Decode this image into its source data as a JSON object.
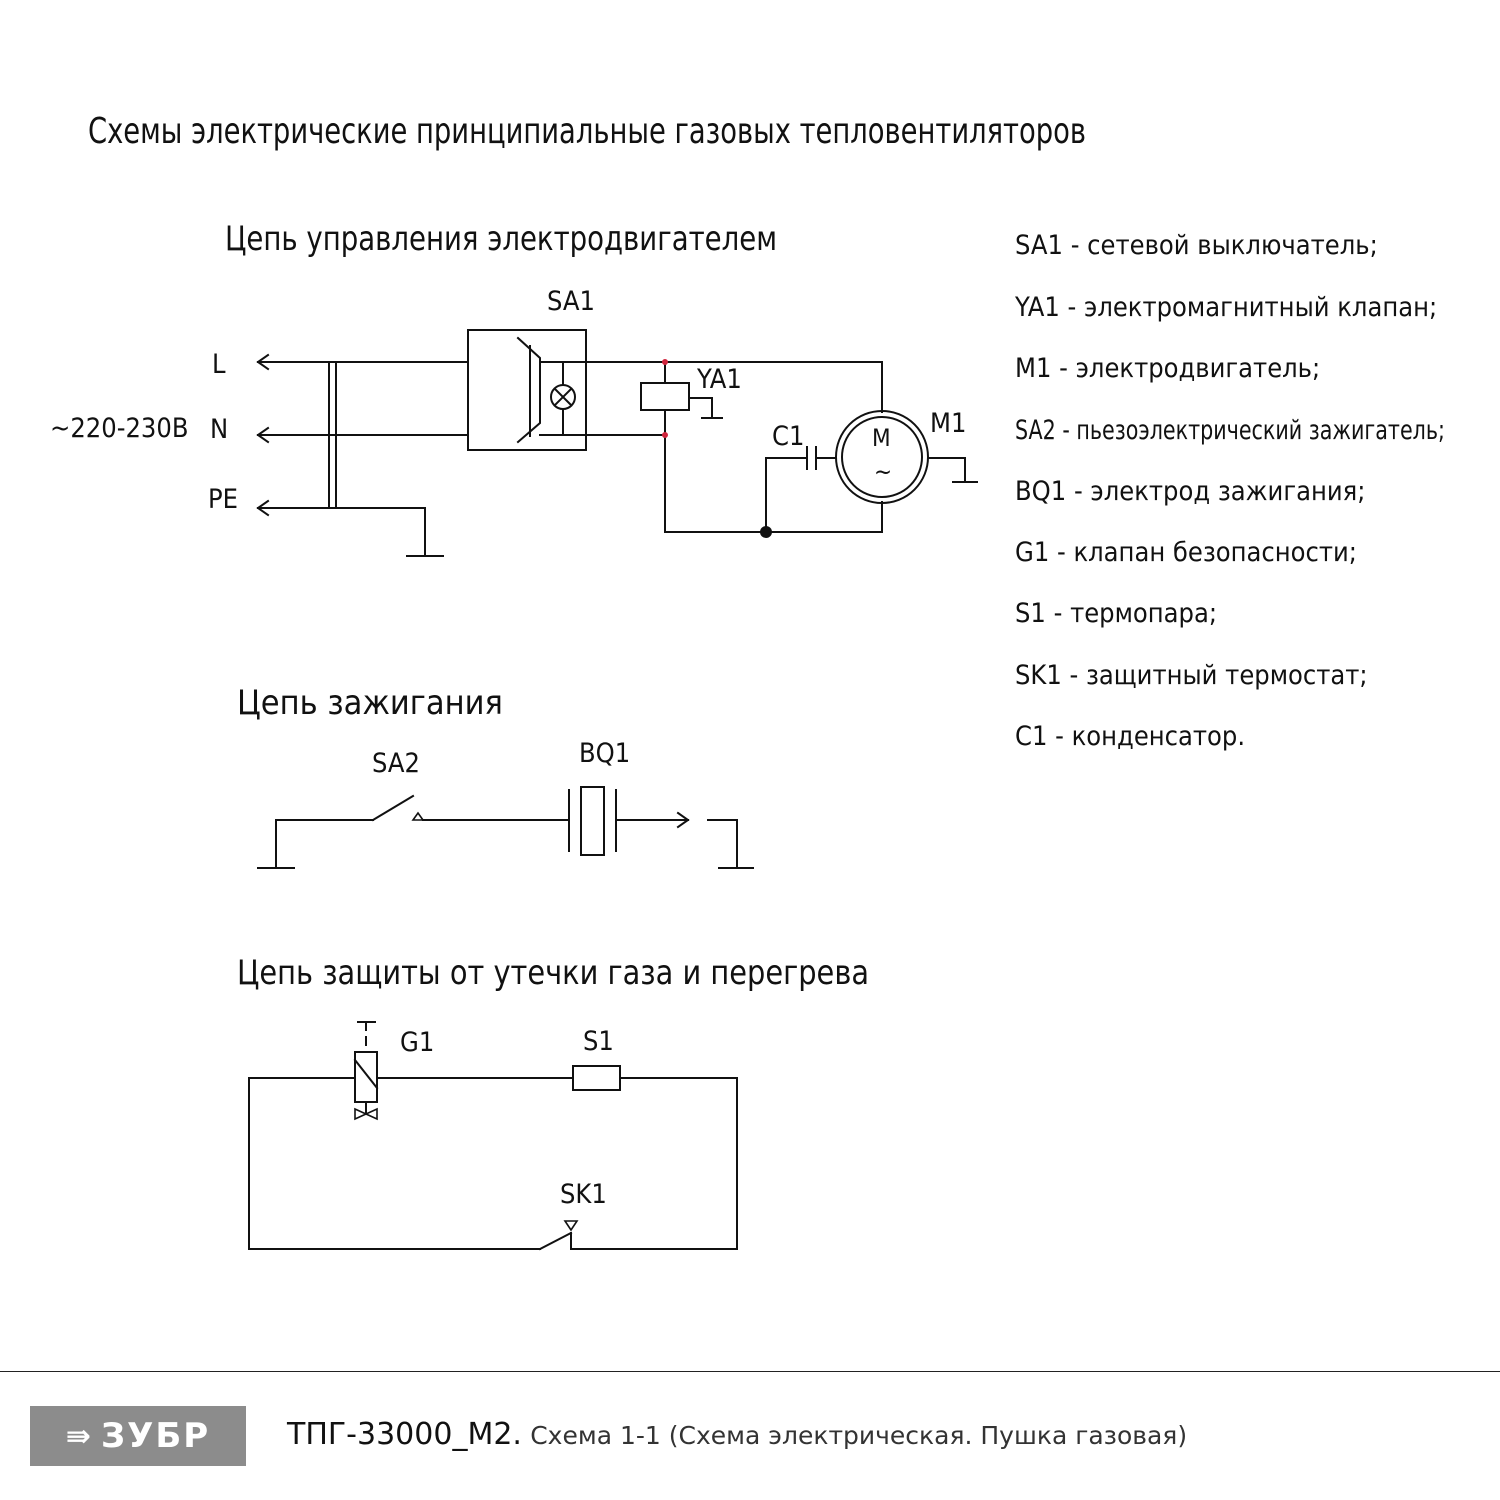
{
  "title": "Схемы электрические принципиальные газовых тепловентиляторов",
  "motor_circuit": {
    "title": "Цепь управления электродвигателем",
    "supply_label": "~220-230В",
    "lines": [
      "L",
      "N",
      "PE"
    ],
    "labels": {
      "sa1": "SA1",
      "ya1": "YA1",
      "c1": "C1",
      "m1": "M1",
      "motor_m": "M",
      "motor_tilde": "~"
    }
  },
  "ignition_circuit": {
    "title": "Цепь зажигания",
    "labels": {
      "sa2": "SA2",
      "bq1": "BQ1"
    }
  },
  "protection_circuit": {
    "title": "Цепь защиты от утечки газа и перегрева",
    "labels": {
      "g1": "G1",
      "s1": "S1",
      "sk1": "SK1"
    }
  },
  "legend": [
    "SA1 - сетевой выключатель;",
    "YA1 - электромагнитный клапан;",
    "M1 - электродвигатель;",
    "SA2 - пьезоэлектрический зажигатель;",
    "BQ1 - электрод зажигания;",
    "G1 - клапан безопасности;",
    "S1 - термопара;",
    "SK1 - защитный термостат;",
    "C1 - конденсатор."
  ],
  "footer": {
    "logo_text": "ЗУБР",
    "model": "ТПГ-33000_М2.",
    "description": "Схема 1-1 (Схема электрическая. Пушка газовая)"
  },
  "colors": {
    "junction_red": "#d0243c",
    "logo_bg": "#8c8c8c"
  }
}
